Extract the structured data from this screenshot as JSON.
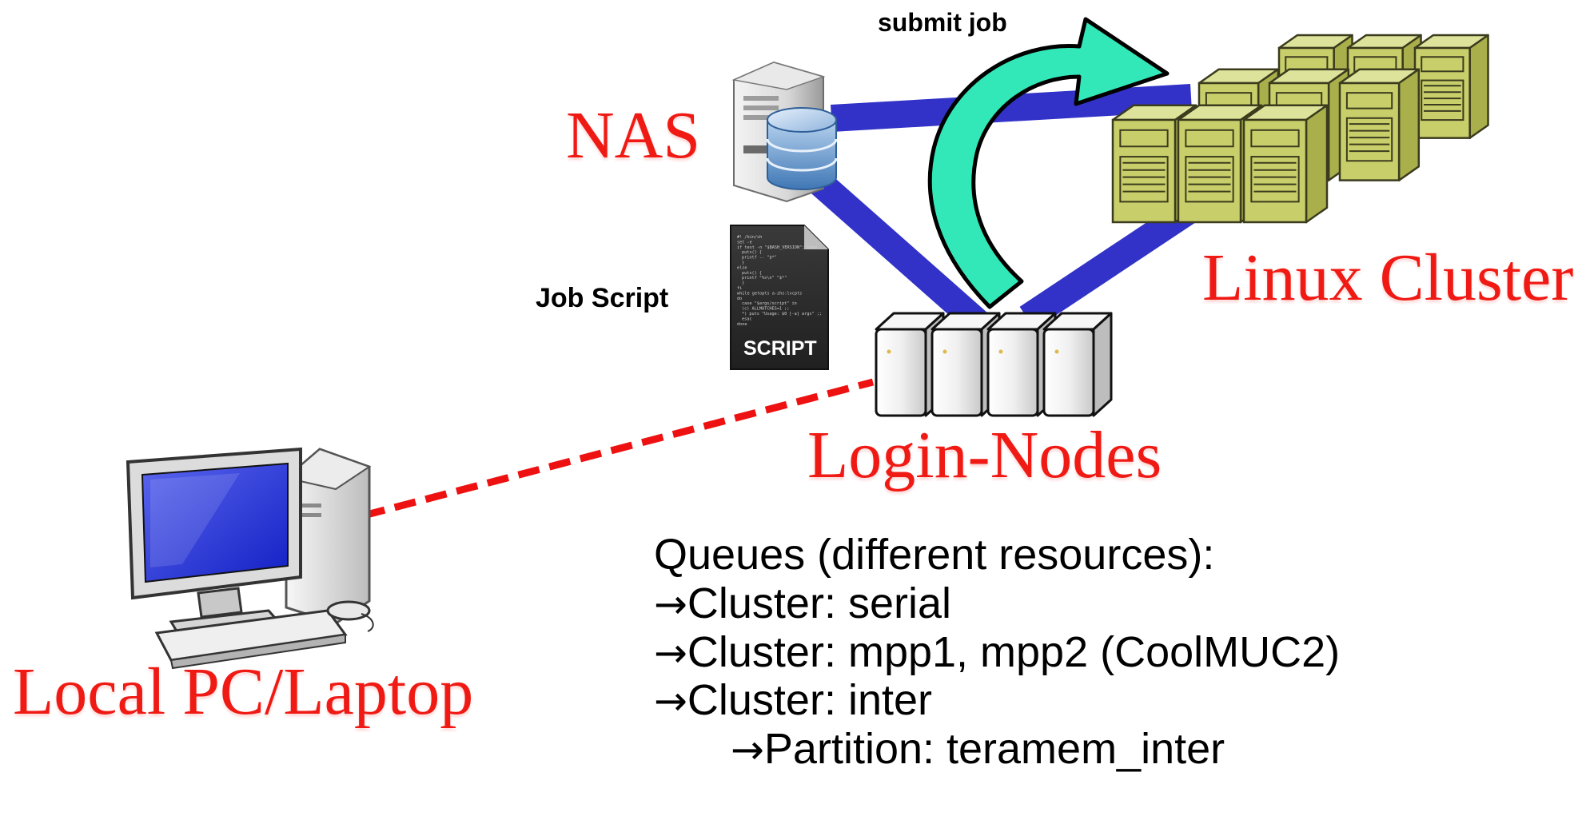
{
  "labels": {
    "submit_job": "submit job",
    "nas": "NAS",
    "job_script": "Job Script",
    "script_badge": "SCRIPT",
    "linux_cluster": "Linux Cluster",
    "login_nodes": "Login-Nodes",
    "local_pc": "Local PC/Laptop"
  },
  "queues": {
    "heading": "Queues (different resources):",
    "arrow": "→",
    "items": [
      "Cluster: serial",
      "Cluster: mpp1, mpp2 (CoolMUC2)",
      "Cluster: inter"
    ],
    "sub_items": [
      "Partition: teramem_inter"
    ]
  },
  "script_code_lines": [
    "#! /bin/sh",
    "set -e",
    "if test -n \"$BASH_VERSION\"; then",
    "  puts() {",
    "    printf -- \"$*\"",
    "  }",
    "else",
    "  puts() {",
    "    printf \"%s\\n\" \"$*\"",
    "  }",
    "fi",
    "while getopts a-zhs:lvcpts",
    "do",
    "  case \"$args/script\" in",
    "    (c) ALLMATCHES=1 ;;",
    "    *) puts \"Usage: $0 [-a] args\" ;;",
    "  esac",
    "done"
  ],
  "colors": {
    "label_red": "#f01a14",
    "link_blue": "#3333cc",
    "dashed_red": "#ee1111",
    "arrow_teal": "#33e8b8",
    "cluster_olive": "#c8cf6a",
    "monitor_blue": "#1a2bd6"
  }
}
